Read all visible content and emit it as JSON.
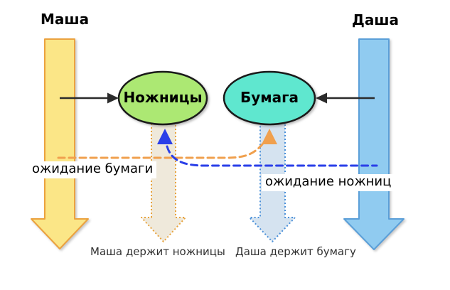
{
  "diagram": {
    "actors": {
      "masha": {
        "label": "Маша"
      },
      "dasha": {
        "label": "Даша"
      }
    },
    "resources": {
      "scissors": {
        "label": "Ножницы"
      },
      "paper": {
        "label": "Бумага"
      }
    },
    "wait_labels": {
      "masha_waits_for_paper": "ожидание бумаги",
      "dasha_waits_for_scissors": "ожидание ножниц"
    },
    "captions": {
      "masha_holds_scissors": "Маша держит ножницы",
      "dasha_holds_paper": "Даша держит бумагу"
    },
    "colors": {
      "masha_arrow_fill": "#FBE687",
      "masha_arrow_stroke": "#EBA23F",
      "dasha_arrow_fill": "#90CBF0",
      "dasha_arrow_stroke": "#5B9FD8",
      "scissors_fill": "#ACE873",
      "paper_fill": "#5FE7CF",
      "node_stroke": "#1A1A1A",
      "masha_request_dash": "#F0A04E",
      "dasha_request_dash": "#2A3FE8",
      "hold_scissors_fill": "#EFE9DB",
      "hold_scissors_stroke": "#E8A33D",
      "hold_paper_fill": "#D5E3F0",
      "hold_paper_stroke": "#4A90D9",
      "black_arrow": "#2B2B2B"
    }
  }
}
